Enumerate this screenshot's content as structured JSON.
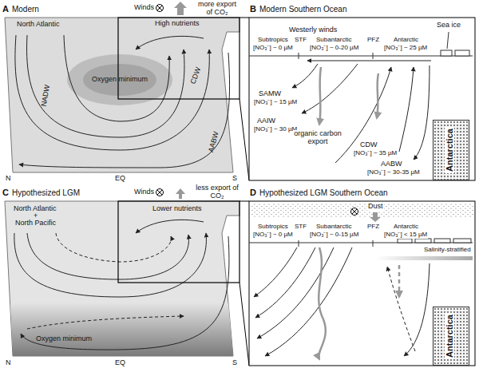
{
  "diagram": {
    "nodes": [
      {
        "text": [
          "A",
          "Modern"
        ]
      },
      {
        "text": [
          "B",
          "Modern Southern Ocean"
        ]
      },
      {
        "text": [
          "Antarctica"
        ],
        "in": 1
      },
      {
        "text": [
          "C",
          "Hypothesized LGM"
        ]
      },
      {
        "text": [
          "D",
          "Hypothesized LGM Southern Ocean"
        ]
      },
      {
        "text": [
          "Antarctica"
        ],
        "in": 4
      }
    ],
    "labels": [
      "North Atlantic",
      "Winds",
      "more export of CO₂",
      "High nutrients",
      "NADW",
      "Oxygen minimum",
      "CDW",
      "AABW",
      "N",
      "EQ",
      "S",
      "Westerly winds",
      "Sea ice",
      "Subtropics",
      "[NO₃⁻] ~ 0 µM",
      "STF",
      "Subantarctic",
      "[NO₃⁻] ~ 0-20 µM",
      "PFZ",
      "Antarctic",
      "[NO₃⁻] ~ 25 µM",
      "SAMW",
      "[NO₃⁻] ~ 15 µM",
      "AAIW",
      "[NO₃⁻] ~ 30 µM",
      "organic carbon export",
      "CDW",
      "[NO₃⁻] ~ 35 µM",
      "AABW",
      "[NO₃⁻] ~ 30-35 µM",
      "North Atlantic",
      "+",
      "North Pacific",
      "Winds",
      "less export of CO₂",
      "Lower nutrients",
      "Oxygen minimum",
      "N",
      "EQ",
      "S",
      "Dust",
      "Subtropics",
      "[NO₃⁻] ~ 0 µM",
      "STF",
      "Subantarctic",
      "[NO₃⁻] ~ 0-15 µM",
      "PFZ",
      "Antarctic",
      "[NO₃⁻] < 15 µM",
      "Salinity-stratified"
    ]
  }
}
